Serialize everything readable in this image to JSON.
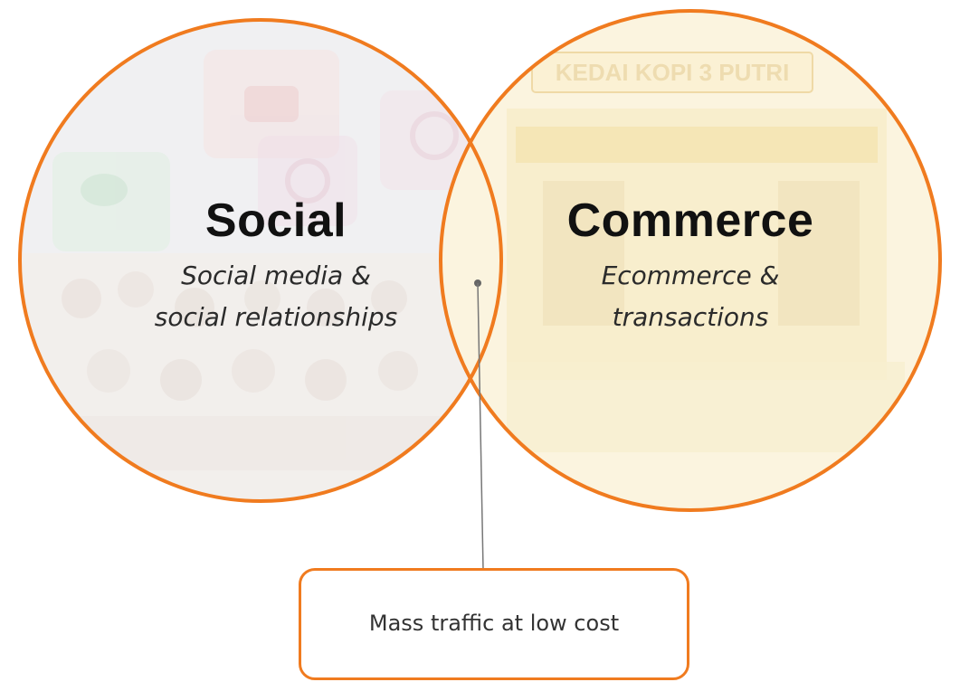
{
  "colors": {
    "accent": "#f07b1f",
    "social_fill": "#e9e9ec",
    "commerce_fill": "#fbf3de"
  },
  "social": {
    "title": "Social",
    "subtitle_lines": [
      "Social media &",
      "social relationships"
    ]
  },
  "commerce": {
    "title": "Commerce",
    "subtitle_lines": [
      "Ecommerce &",
      "transactions"
    ]
  },
  "callout": {
    "text": "Mass traffic at low cost"
  },
  "background_signage": {
    "text": "KEDAI KOPI 3 PUTRI"
  }
}
